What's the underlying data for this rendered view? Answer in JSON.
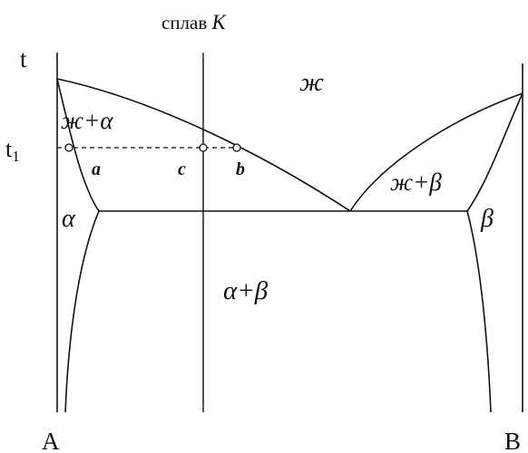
{
  "alloy_label": {
    "prefix": "сплав",
    "name": "К"
  },
  "axis_labels": {
    "temperature": "t",
    "t1": "t",
    "t1_subscript": "1",
    "component_a": "A",
    "component_b": "B"
  },
  "phase_labels": {
    "liquid": "ж",
    "liquid_alpha": "ж+α",
    "liquid_beta": "ж+β",
    "alpha": "α",
    "beta": "β",
    "alpha_beta": "α+β"
  },
  "points": {
    "a": "a",
    "b": "b",
    "c": "c"
  }
}
